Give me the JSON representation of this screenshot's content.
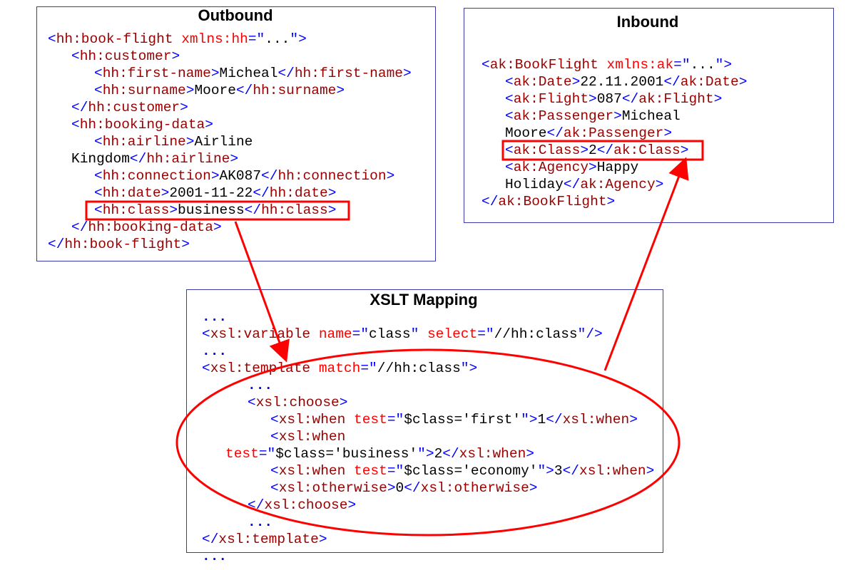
{
  "outbound": {
    "title": "Outbound",
    "lines": [
      [
        [
          "b",
          "<"
        ],
        [
          "t",
          "hh:book-flight "
        ],
        [
          "a",
          "xmlns:hh"
        ],
        [
          "b",
          "=\""
        ],
        [
          "x",
          "..."
        ],
        [
          "b",
          "\">"
        ]
      ],
      [
        [
          "b",
          "<"
        ],
        [
          "t",
          "hh:customer"
        ],
        [
          "b",
          ">"
        ]
      ],
      [
        [
          "b",
          "<"
        ],
        [
          "t",
          "hh:first-name"
        ],
        [
          "b",
          ">"
        ],
        [
          "x",
          "Micheal"
        ],
        [
          "b",
          "</"
        ],
        [
          "t",
          "hh:first-name"
        ],
        [
          "b",
          ">"
        ]
      ],
      [
        [
          "b",
          "<"
        ],
        [
          "t",
          "hh:surname"
        ],
        [
          "b",
          ">"
        ],
        [
          "x",
          "Moore"
        ],
        [
          "b",
          "</"
        ],
        [
          "t",
          "hh:surname"
        ],
        [
          "b",
          ">"
        ]
      ],
      [
        [
          "b",
          "</"
        ],
        [
          "t",
          "hh:customer"
        ],
        [
          "b",
          ">"
        ]
      ],
      [
        [
          "b",
          "<"
        ],
        [
          "t",
          "hh:booking-data"
        ],
        [
          "b",
          ">"
        ]
      ],
      [
        [
          "b",
          "<"
        ],
        [
          "t",
          "hh:airline"
        ],
        [
          "b",
          ">"
        ],
        [
          "x",
          "Airline"
        ]
      ],
      [
        [
          "x",
          "Kingdom"
        ],
        [
          "b",
          "</"
        ],
        [
          "t",
          "hh:airline"
        ],
        [
          "b",
          ">"
        ]
      ],
      [
        [
          "b",
          "<"
        ],
        [
          "t",
          "hh:connection"
        ],
        [
          "b",
          ">"
        ],
        [
          "x",
          "AK087"
        ],
        [
          "b",
          "</"
        ],
        [
          "t",
          "hh:connection"
        ],
        [
          "b",
          ">"
        ]
      ],
      [
        [
          "b",
          "<"
        ],
        [
          "t",
          "hh:date"
        ],
        [
          "b",
          ">"
        ],
        [
          "x",
          "2001-11-22"
        ],
        [
          "b",
          "</"
        ],
        [
          "t",
          "hh:date"
        ],
        [
          "b",
          ">"
        ]
      ],
      [
        [
          "b",
          "<"
        ],
        [
          "t",
          "hh:class"
        ],
        [
          "b",
          ">"
        ],
        [
          "x",
          "business"
        ],
        [
          "b",
          "</"
        ],
        [
          "t",
          "hh:class"
        ],
        [
          "b",
          ">"
        ]
      ],
      [
        [
          "b",
          "</"
        ],
        [
          "t",
          "hh:booking-data"
        ],
        [
          "b",
          ">"
        ]
      ],
      [
        [
          "b",
          "</"
        ],
        [
          "t",
          "hh:book-flight"
        ],
        [
          "b",
          ">"
        ]
      ]
    ]
  },
  "inbound": {
    "title": "Inbound",
    "lines": [
      [
        [
          "b",
          "<"
        ],
        [
          "t",
          "ak:BookFlight "
        ],
        [
          "a",
          "xmlns:ak"
        ],
        [
          "b",
          "=\""
        ],
        [
          "x",
          "..."
        ],
        [
          "b",
          "\">"
        ]
      ],
      [
        [
          "b",
          "<"
        ],
        [
          "t",
          "ak:Date"
        ],
        [
          "b",
          ">"
        ],
        [
          "x",
          "22.11.2001"
        ],
        [
          "b",
          "</"
        ],
        [
          "t",
          "ak:Date"
        ],
        [
          "b",
          ">"
        ]
      ],
      [
        [
          "b",
          "<"
        ],
        [
          "t",
          "ak:Flight"
        ],
        [
          "b",
          ">"
        ],
        [
          "x",
          "087"
        ],
        [
          "b",
          "</"
        ],
        [
          "t",
          "ak:Flight"
        ],
        [
          "b",
          ">"
        ]
      ],
      [
        [
          "b",
          "<"
        ],
        [
          "t",
          "ak:Passenger"
        ],
        [
          "b",
          ">"
        ],
        [
          "x",
          "Micheal"
        ]
      ],
      [
        [
          "x",
          "Moore"
        ],
        [
          "b",
          "</"
        ],
        [
          "t",
          "ak:Passenger"
        ],
        [
          "b",
          ">"
        ]
      ],
      [
        [
          "b",
          "<"
        ],
        [
          "t",
          "ak:Class"
        ],
        [
          "b",
          ">"
        ],
        [
          "x",
          "2"
        ],
        [
          "b",
          "</"
        ],
        [
          "t",
          "ak:Class"
        ],
        [
          "b",
          ">"
        ]
      ],
      [
        [
          "b",
          "<"
        ],
        [
          "t",
          "ak:Agency"
        ],
        [
          "b",
          ">"
        ],
        [
          "x",
          "Happy"
        ]
      ],
      [
        [
          "x",
          "Holiday"
        ],
        [
          "b",
          "</"
        ],
        [
          "t",
          "ak:Agency"
        ],
        [
          "b",
          ">"
        ]
      ],
      [
        [
          "b",
          "</"
        ],
        [
          "t",
          "ak:BookFlight"
        ],
        [
          "b",
          ">"
        ]
      ]
    ]
  },
  "xslt": {
    "title": "XSLT Mapping",
    "lines": [
      [
        [
          "dots",
          "..."
        ]
      ],
      [
        [
          "b",
          "<"
        ],
        [
          "t",
          "xsl:variable "
        ],
        [
          "a",
          "name"
        ],
        [
          "b",
          "=\""
        ],
        [
          "x",
          "class"
        ],
        [
          "b",
          "\" "
        ],
        [
          "a",
          "select"
        ],
        [
          "b",
          "=\""
        ],
        [
          "x",
          "//hh:class"
        ],
        [
          "b",
          "\"/>"
        ]
      ],
      [
        [
          "dots",
          "..."
        ]
      ],
      [
        [
          "b",
          "<"
        ],
        [
          "t",
          "xsl:template "
        ],
        [
          "a",
          "match"
        ],
        [
          "b",
          "=\""
        ],
        [
          "x",
          "//hh:class"
        ],
        [
          "b",
          "\">"
        ]
      ],
      [
        [
          "dots",
          "..."
        ]
      ],
      [
        [
          "b",
          "<"
        ],
        [
          "t",
          "xsl:choose"
        ],
        [
          "b",
          ">"
        ]
      ],
      [
        [
          "b",
          "<"
        ],
        [
          "t",
          "xsl:when "
        ],
        [
          "a",
          "test"
        ],
        [
          "b",
          "=\""
        ],
        [
          "x",
          "$class='first'"
        ],
        [
          "b",
          "\">"
        ],
        [
          "x",
          "1"
        ],
        [
          "b",
          "</"
        ],
        [
          "t",
          "xsl:when"
        ],
        [
          "b",
          ">"
        ]
      ],
      [
        [
          "b",
          "<"
        ],
        [
          "t",
          "xsl:when"
        ]
      ],
      [
        [
          "a",
          "test"
        ],
        [
          "b",
          "=\""
        ],
        [
          "x",
          "$class='business'"
        ],
        [
          "b",
          "\">"
        ],
        [
          "x",
          "2"
        ],
        [
          "b",
          "</"
        ],
        [
          "t",
          "xsl:when"
        ],
        [
          "b",
          ">"
        ]
      ],
      [
        [
          "b",
          "<"
        ],
        [
          "t",
          "xsl:when "
        ],
        [
          "a",
          "test"
        ],
        [
          "b",
          "=\""
        ],
        [
          "x",
          "$class='economy'"
        ],
        [
          "b",
          "\">"
        ],
        [
          "x",
          "3"
        ],
        [
          "b",
          "</"
        ],
        [
          "t",
          "xsl:when"
        ],
        [
          "b",
          ">"
        ]
      ],
      [
        [
          "b",
          "<"
        ],
        [
          "t",
          "xsl:otherwise"
        ],
        [
          "b",
          ">"
        ],
        [
          "x",
          "0"
        ],
        [
          "b",
          "</"
        ],
        [
          "t",
          "xsl:otherwise"
        ],
        [
          "b",
          ">"
        ]
      ],
      [
        [
          "b",
          "</"
        ],
        [
          "t",
          "xsl:choose"
        ],
        [
          "b",
          ">"
        ]
      ],
      [
        [
          "dots",
          "..."
        ]
      ],
      [
        [
          "b",
          "</"
        ],
        [
          "t",
          "xsl:template"
        ],
        [
          "b",
          ">"
        ]
      ],
      [
        [
          "dots",
          "..."
        ]
      ]
    ]
  }
}
